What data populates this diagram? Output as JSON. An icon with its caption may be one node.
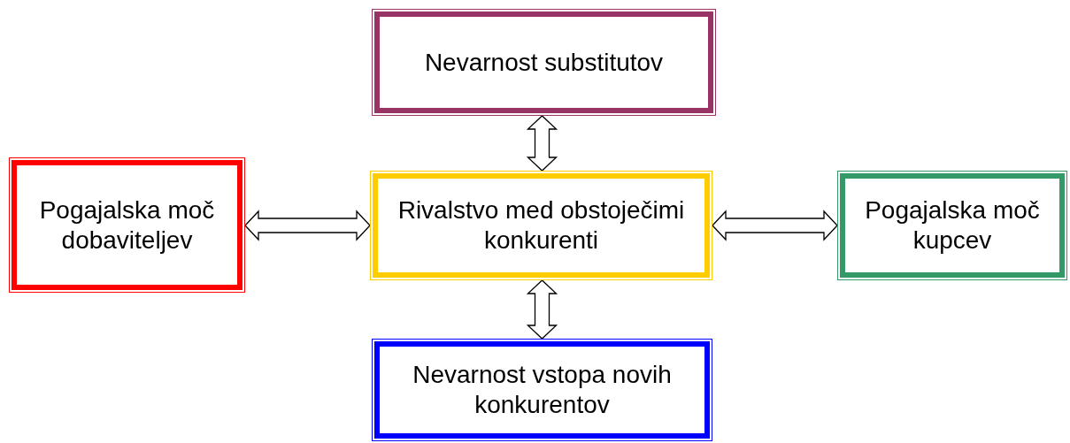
{
  "diagram": {
    "nodes": [
      {
        "text": [
          "Nevarnost substitutov"
        ]
      },
      {
        "text": [
          "Pogajalska moč dobaviteljev"
        ]
      },
      {
        "text": [
          "Rivalstvo med obstoječimi konkurenti"
        ]
      },
      {
        "text": [
          "Pogajalska moč kupcev"
        ]
      },
      {
        "text": [
          "Nevarnost vstopa novih konkurentov"
        ]
      }
    ],
    "edges": [
      {
        "from": 0,
        "to": 2,
        "arrow": "both"
      },
      {
        "from": 1,
        "to": 2,
        "arrow": "both"
      },
      {
        "from": 2,
        "to": 3,
        "arrow": "both"
      },
      {
        "from": 2,
        "to": 4,
        "arrow": "both"
      }
    ]
  }
}
